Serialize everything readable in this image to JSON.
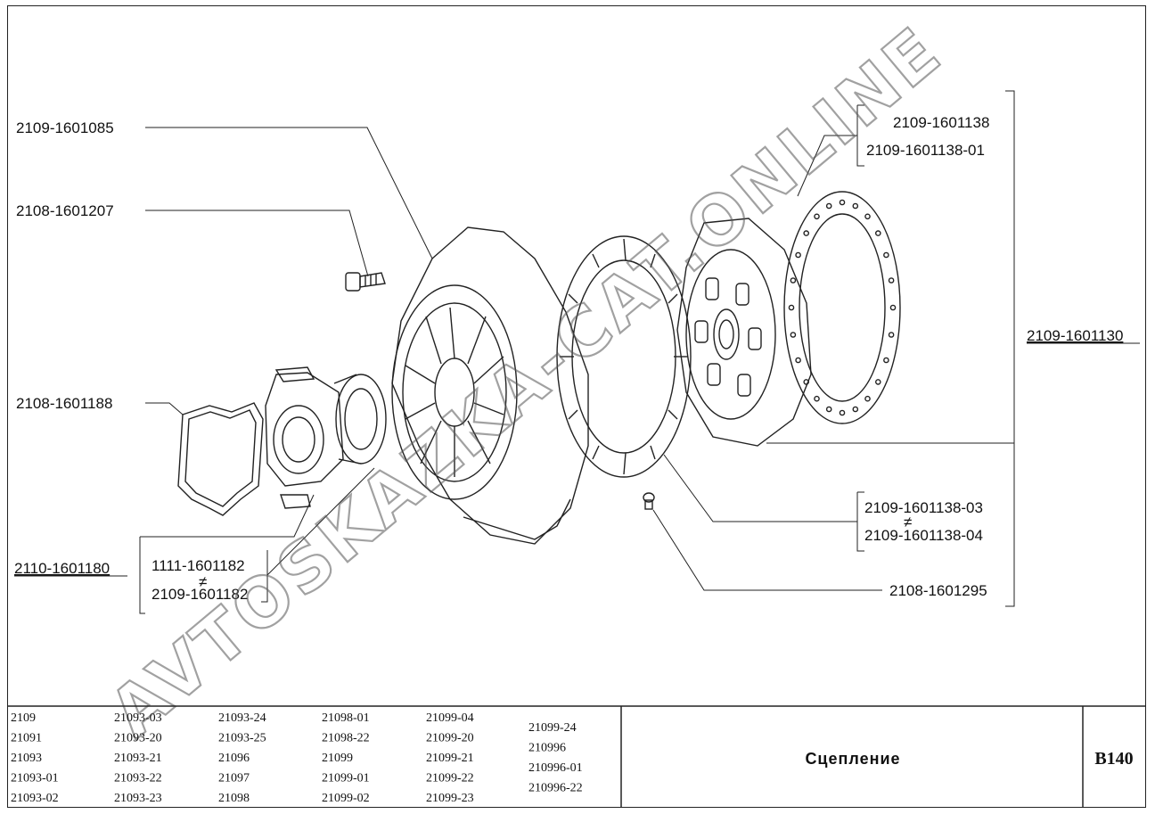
{
  "watermark": "AVTOSKAZKA-CAT.ONLINE",
  "callouts": {
    "pressure_plate": "2109-1601085",
    "bolt": "2108-1601207",
    "bearing_spring": "2108-1601188",
    "bearing_assembly": "2110-1601180",
    "bearing_alt_1": "1111-1601182",
    "bearing_alt_2": "2109-1601182",
    "facing_1": "2109-1601138",
    "facing_2": "2109-1601138-01",
    "disc_assembly": "2109-1601130",
    "lining_1": "2109-1601138-03",
    "lining_2": "2109-1601138-04",
    "rivet": "2108-1601295",
    "not_interchangeable": "≠"
  },
  "models": {
    "col1": [
      "2109",
      "21091",
      "21093",
      "21093-01",
      "21093-02"
    ],
    "col2": [
      "21093-03",
      "21093-20",
      "21093-21",
      "21093-22",
      "21093-23"
    ],
    "col3": [
      "21093-24",
      "21093-25",
      "21096",
      "21097",
      "21098"
    ],
    "col4": [
      "21098-01",
      "21098-22",
      "21099",
      "21099-01",
      "21099-02"
    ],
    "col5": [
      "21099-04",
      "21099-20",
      "21099-21",
      "21099-22",
      "21099-23"
    ],
    "col6": [
      "21099-24",
      "210996",
      "210996-01",
      "210996-22"
    ]
  },
  "title_block": {
    "name": "Сцепление",
    "code": "B140"
  }
}
